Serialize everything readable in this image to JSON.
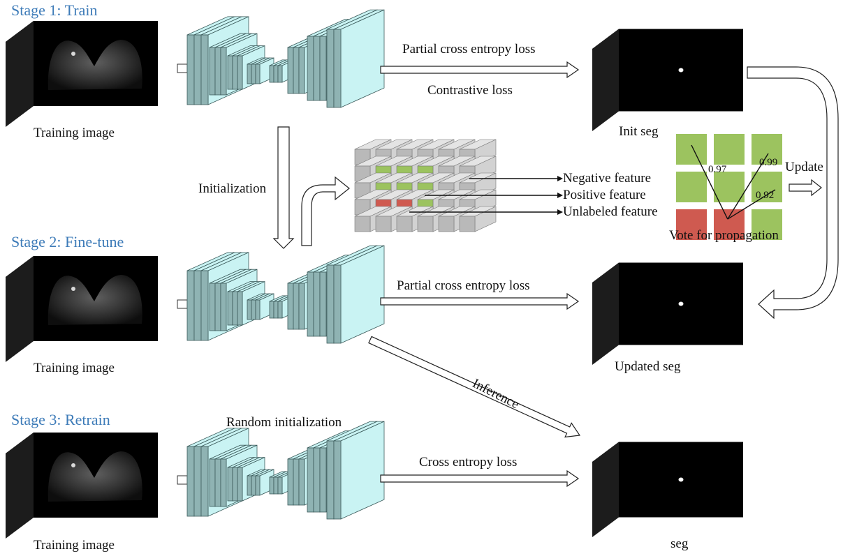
{
  "stages": {
    "stage1": "Stage 1: Train",
    "stage2": "Stage 2: Fine-tune",
    "stage3": "Stage 3: Retrain"
  },
  "labels": {
    "training_image": "Training image",
    "partial_ce_loss": "Partial cross entropy loss",
    "contrastive_loss": "Contrastive loss",
    "init_seg": "Init seg",
    "initialization": "Initialization",
    "negative_feature": "Negative feature",
    "positive_feature": "Positive feature",
    "unlabeled_feature": "Unlabeled feature",
    "update": "Update",
    "vote_for_propagation": "Vote for  propagation",
    "updated_seg": "Updated seg",
    "inference": "Inference",
    "random_initialization": "Random initialization",
    "cross_entropy_loss": "Cross entropy loss",
    "seg": "seg"
  },
  "vote_scores": [
    "0.97",
    "0.99",
    "0.92"
  ],
  "colors": {
    "stage_title": "#3d7bb8",
    "network_front": "#8fb3b3",
    "network_side": "#c9f3f3",
    "positive": "#9cc35f",
    "unlabeled": "#cf5a50",
    "feature_block": "#c8c8c8"
  }
}
